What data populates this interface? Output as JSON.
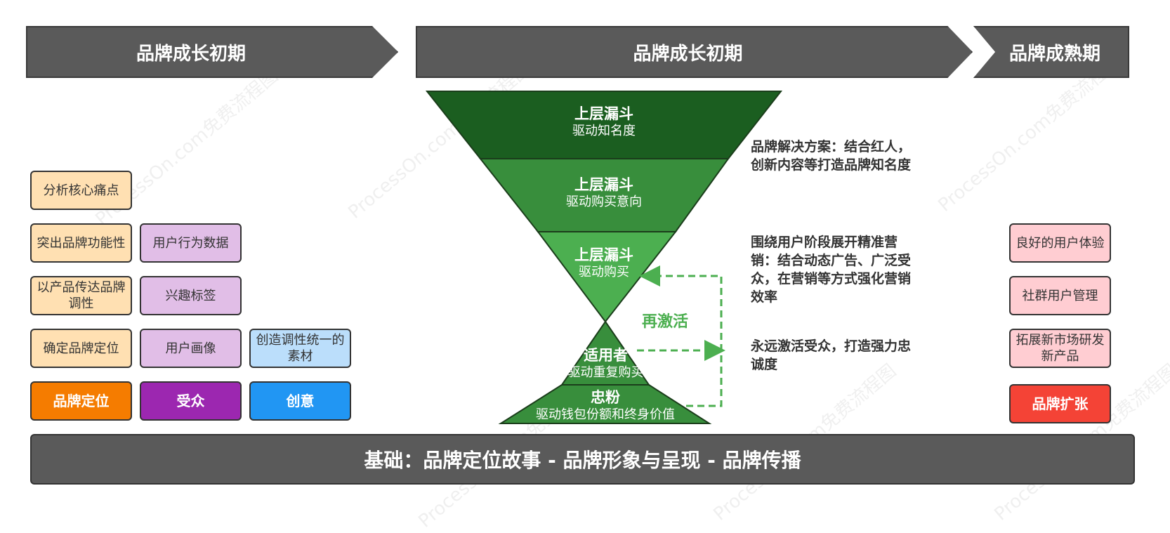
{
  "banners": {
    "left": "品牌成长初期",
    "middle": "品牌成长初期",
    "right": "品牌成熟期"
  },
  "left_boxes": {
    "positioning": [
      "分析核心痛点",
      "突出品牌功能性",
      "以产品传达品牌调性",
      "确定品牌定位"
    ],
    "audience": [
      "用户行为数据",
      "兴趣标签",
      "用户画像"
    ],
    "creative": [
      "创造调性统一的素材"
    ]
  },
  "left_categories": {
    "positioning": "品牌定位",
    "audience": "受众",
    "creative": "创意"
  },
  "funnel": {
    "levels": [
      {
        "title": "上层漏斗",
        "sub": "驱动知名度"
      },
      {
        "title": "上层漏斗",
        "sub": "驱动购买意向"
      },
      {
        "title": "上层漏斗",
        "sub": "驱动购买"
      }
    ],
    "bottom": [
      {
        "title": "适用者",
        "sub": "驱动重复购买"
      },
      {
        "title": "忠粉",
        "sub": "驱动钱包份额和终身价值"
      }
    ],
    "reactivate_label": "再激活"
  },
  "notes": [
    "品牌解决方案：结合红人，创新内容等打造品牌知名度",
    "围绕用户阶段展开精准营销：结合动态广告、广泛受众，在营销等方式强化营销效率",
    "永远激活受众，打造强力忠诚度"
  ],
  "right_boxes": [
    "良好的用户体验",
    "社群用户管理",
    "拓展新市场研发新产品"
  ],
  "right_category": "品牌扩张",
  "base": "基础：品牌定位故事 - 品牌形象与呈现 - 品牌传播",
  "watermark": "ProcessOn.com免费流程图",
  "colors": {
    "banner": "#5a5a5a",
    "positioning_light": "#ffe0b2",
    "positioning": "#f57c00",
    "audience_light": "#e1bee7",
    "audience": "#9c27b0",
    "creative_light": "#bbdefb",
    "creative": "#2196f3",
    "expansion_light": "#ffcdd2",
    "expansion": "#f44336",
    "funnel_dark": "#1b5e20",
    "funnel_mid": "#388e3c",
    "funnel_light": "#4caf50"
  }
}
